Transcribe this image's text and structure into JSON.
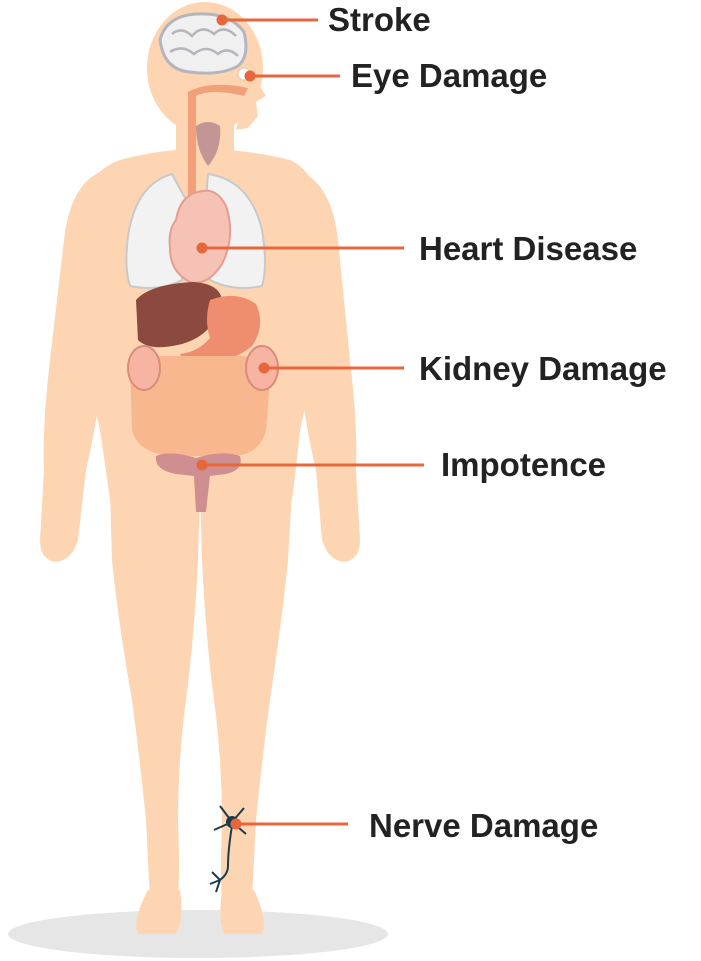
{
  "colors": {
    "skin": "#fdd5b2",
    "shadow": "#e5e5e5",
    "leader": "#e8663c",
    "label_text": "#222222",
    "liver": "#8c4a3e",
    "stomach": "#ef8e6e",
    "lungs": "#f2f2f2",
    "heart": "#f7c2b6",
    "intestine": "#f9b78f",
    "bladder": "#cf8f90",
    "neuron": "#1e3a4a"
  },
  "labels": {
    "stroke": "Stroke",
    "eye": "Eye Damage",
    "heart": "Heart Disease",
    "kidney": "Kidney Damage",
    "impotence": "Impotence",
    "nerve": "Nerve Damage"
  }
}
